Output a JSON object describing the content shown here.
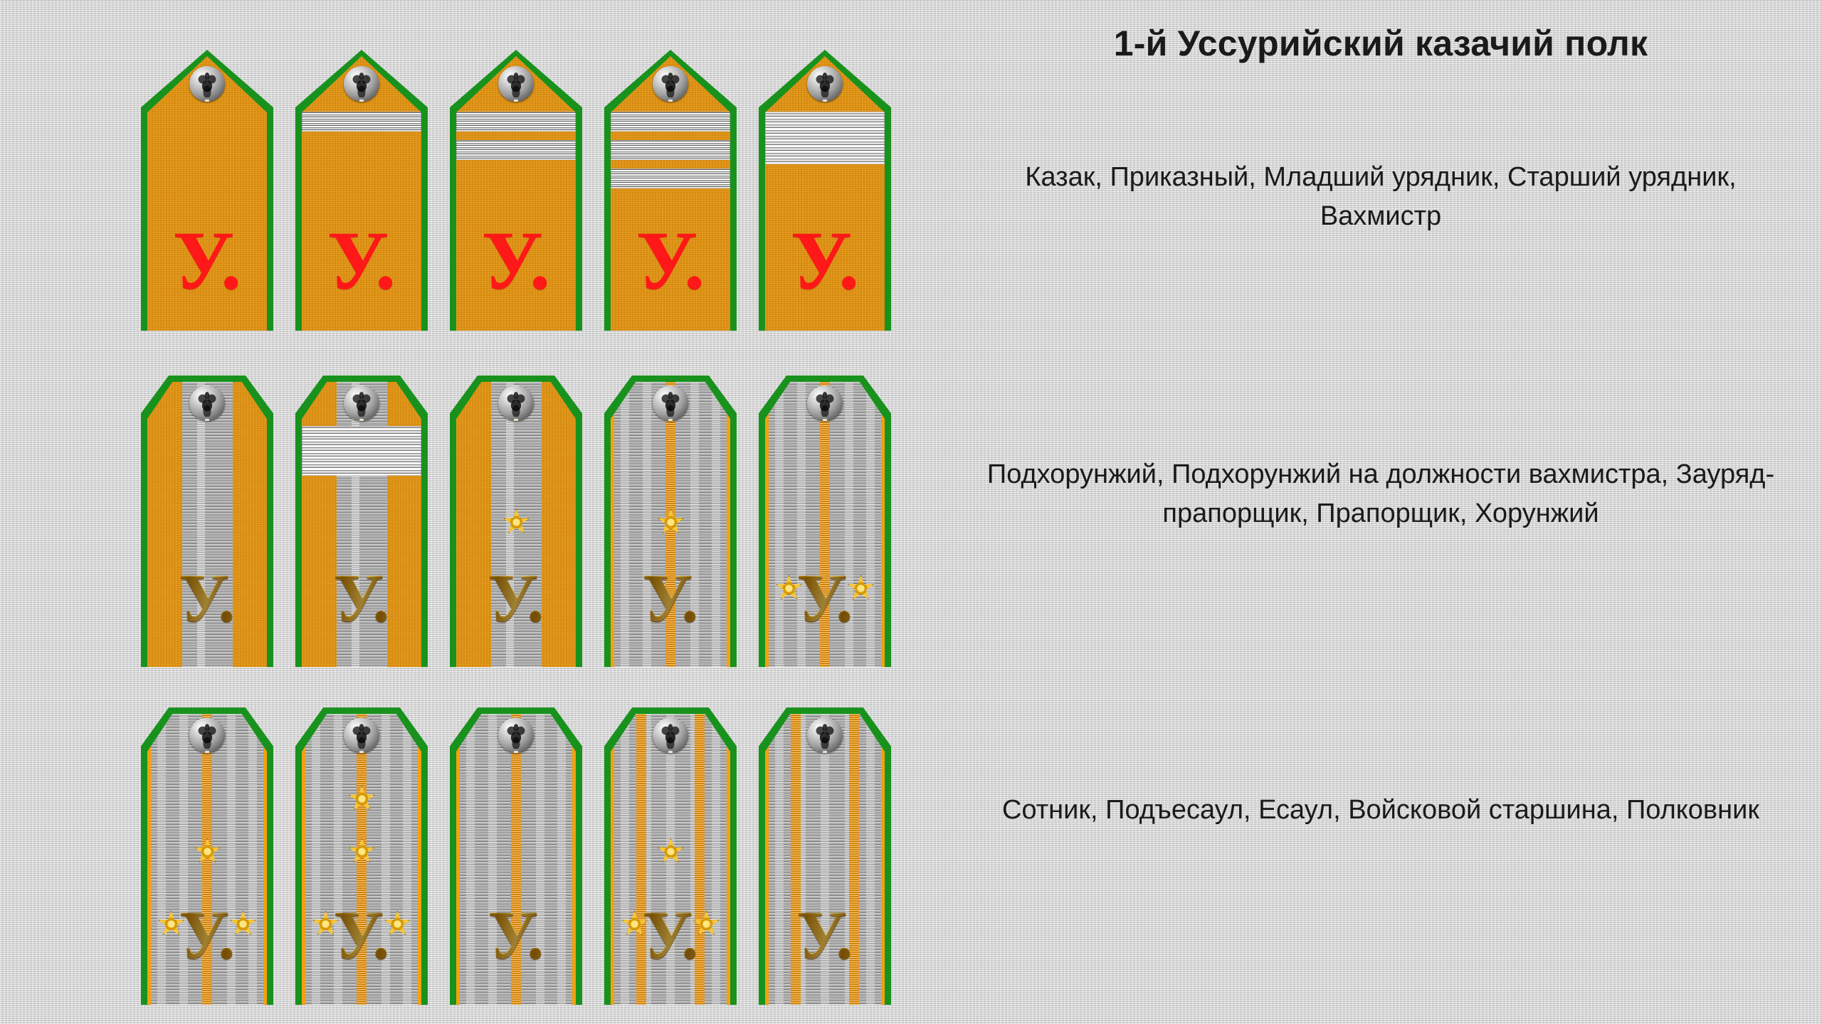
{
  "header": {
    "title": "1-й Уссурийский казачий полк"
  },
  "background_color": "#d3d3d3",
  "palette": {
    "field_orange": "#e2930d",
    "piping_green": "#18921d",
    "cipher_red": "#ff1818",
    "cipher_gold": "#e8ab16",
    "galloon_silver": "#bdbdbd",
    "prosvet_orange": "#f3a010",
    "star_gold": "#f6c63a",
    "text_black": "#1a1a1a"
  },
  "cipher": {
    "text": "У."
  },
  "groups": [
    {
      "id": "lower-ranks",
      "caption": "Казак, Приказный, Младший урядник, Старший урядник, Вахмистр",
      "rank_names": [
        "Казак",
        "Приказный",
        "Младший урядник",
        "Старший урядник",
        "Вахмистр"
      ],
      "board_shape": "pentagon-peaked",
      "field": "orange",
      "cipher_color": "red",
      "boards": [
        {
          "name": "kazak",
          "rank": "Казак",
          "lace_count": 0,
          "lace_style": "none",
          "stars": 0
        },
        {
          "name": "prikazny",
          "rank": "Приказный",
          "lace_count": 1,
          "lace_style": "narrow",
          "stars": 0
        },
        {
          "name": "mladshiy-uryadnik",
          "rank": "Младший урядник",
          "lace_count": 2,
          "lace_style": "narrow",
          "stars": 0
        },
        {
          "name": "starshiy-uryadnik",
          "rank": "Старший урядник",
          "lace_count": 3,
          "lace_style": "narrow",
          "stars": 0
        },
        {
          "name": "vakhmistr",
          "rank": "Вахмистр",
          "lace_count": 1,
          "lace_style": "wide",
          "stars": 0
        }
      ]
    },
    {
      "id": "warrant-and-junior-officers",
      "caption": "Подхорунжий, Подхорунжий на должности вахмистра, Зауряд-прапорщик, Прапорщик, Хорунжий",
      "rank_names": [
        "Подхорунжий",
        "Подхорунжий на должности вахмистра",
        "Зауряд-прапорщик",
        "Прапорщик",
        "Хорунжий"
      ],
      "board_shape": "hexagon-cut",
      "cipher_color": "gold",
      "boards": [
        {
          "name": "podkhorunzhiy",
          "rank": "Подхорунжий",
          "field": "orange-with-center-galloon",
          "lace_count": 0,
          "stars": 0,
          "prosvety": 0
        },
        {
          "name": "podkhorunzhiy-vakhmistr",
          "rank": "Подхорунжий на должности вахмистра",
          "field": "orange-with-center-galloon",
          "lace_count": 1,
          "lace_style": "wide",
          "stars": 0,
          "prosvety": 0
        },
        {
          "name": "zauryad-praporshchik",
          "rank": "Зауряд-прапорщик",
          "field": "orange-with-center-galloon",
          "lace_count": 0,
          "stars": 1,
          "prosvety": 0
        },
        {
          "name": "praporshchik",
          "rank": "Прапорщик",
          "field": "full-galloon",
          "lace_count": 0,
          "stars": 1,
          "prosvety": 1
        },
        {
          "name": "khorunzhiy",
          "rank": "Хорунжий",
          "field": "full-galloon",
          "lace_count": 0,
          "stars": 2,
          "prosvety": 1
        }
      ]
    },
    {
      "id": "senior-officers",
      "caption": "Сотник, Подъесаул, Есаул, Войсковой старшина, Полковник",
      "rank_names": [
        "Сотник",
        "Подъесаул",
        "Есаул",
        "Войсковой старшина",
        "Полковник"
      ],
      "board_shape": "hexagon-cut",
      "cipher_color": "gold",
      "field": "full-galloon",
      "boards": [
        {
          "name": "sotnik",
          "rank": "Сотник",
          "stars": 3,
          "prosvety": 1
        },
        {
          "name": "podyesaul",
          "rank": "Подъесаул",
          "stars": 4,
          "prosvety": 1
        },
        {
          "name": "esaul",
          "rank": "Есаул",
          "stars": 0,
          "prosvety": 1
        },
        {
          "name": "voyskovoy-starshina",
          "rank": "Войсковой старшина",
          "stars": 3,
          "prosvety": 2
        },
        {
          "name": "polkovnik",
          "rank": "Полковник",
          "stars": 0,
          "prosvety": 2
        }
      ]
    }
  ]
}
